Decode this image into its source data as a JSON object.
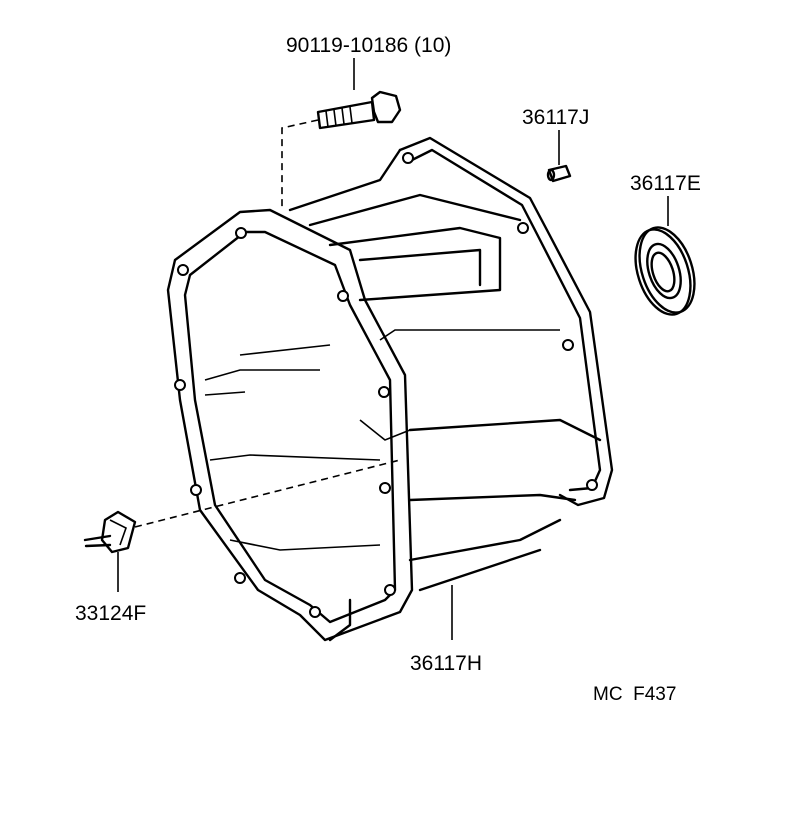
{
  "parts": {
    "bolt": "90119-10186 (10)",
    "pin": "36117J",
    "seal": "36117E",
    "sleeve": "33124F",
    "housing": "36117H"
  },
  "diagram_code": "MC  F437"
}
